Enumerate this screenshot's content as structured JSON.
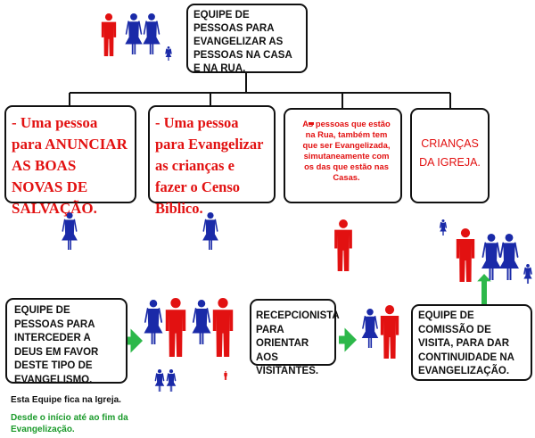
{
  "colors": {
    "male": "#e21111",
    "female": "#1a2aa8",
    "arrow": "#2db84a",
    "line": "#111111",
    "red_text": "#e21111",
    "green_text": "#1a9a2a"
  },
  "boxes": {
    "top": "EQUIPE DE PESSOAS PARA EVANGELIZAR AS PESSOAS NA CASA E NA RUA.",
    "anunciar": "- Uma pessoa para ANUNCIAR AS BOAS NOVAS DE SALVAÇÃO.",
    "evangelizar": "- Uma pessoa para Evangelizar as crianças e fazer o Censo Bíblico.",
    "rua": "As pessoas que estão na Rua, também tem que ser Evangelizada, simutaneamente com os das que estão nas Casas.",
    "criancas": "CRIANÇAS DA IGREJA.",
    "interceder": "EQUIPE DE PESSOAS PARA INTERCEDER A DEUS EM FAVOR DESTE TIPO DE EVANGELISMO.",
    "recepcionista": "RECEPCIONISTA PARA ORIENTAR AOS VISITANTES.",
    "visita": "EQUIPE DE COMISSÃO DE VISITA, PARA DAR CONTINUIDADE NA EVANGELIZAÇÃO."
  },
  "notes": {
    "igreja": "Esta Equipe fica na Igreja.",
    "duracao": "Desde o início até ao fim da Evangelização."
  },
  "icons": {
    "person_male": "person-male-icon",
    "person_female": "person-female-icon",
    "arrow": "green-arrow-icon"
  }
}
